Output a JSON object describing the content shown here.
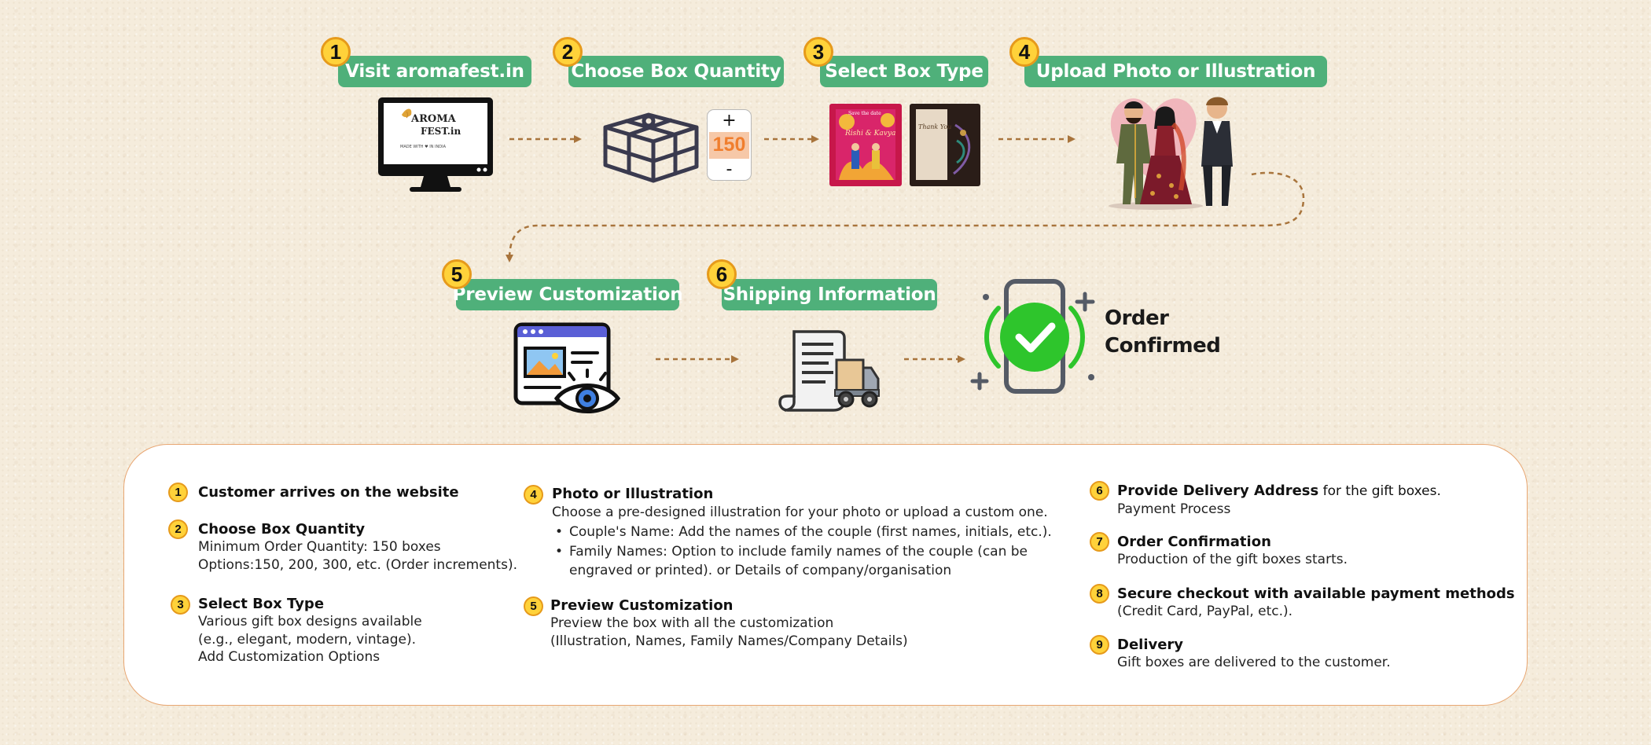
{
  "steps": [
    {
      "number": "1",
      "label": "Visit aromafest.in"
    },
    {
      "number": "2",
      "label": "Choose Box Quantity"
    },
    {
      "number": "3",
      "label": "Select Box Type"
    },
    {
      "number": "4",
      "label": "Upload Photo or Illustration"
    },
    {
      "number": "5",
      "label": "Preview Customization"
    },
    {
      "number": "6",
      "label": "Shipping Information"
    }
  ],
  "final_step": {
    "line1": "Order",
    "line2": "Confirmed"
  },
  "monitor": {
    "logo_line1": "AROMA",
    "logo_line2": "FEST.in",
    "tagline": "MADE WITH ♥ IN INDIA",
    "icon": "monitor-icon"
  },
  "quantity_widget": {
    "plus": "+",
    "value": "150",
    "minus": "-",
    "icon": "box-outline-icon"
  },
  "box_cards": {
    "card1_line1": "Save the date",
    "card1_line2": "Rishi & Kavya",
    "card2_line1": "Thank You",
    "icon": "gift-box-icon"
  },
  "icons": {
    "illustration": "couple-illustration-icon",
    "preview": "web-preview-eye-icon",
    "shipping": "invoice-delivery-truck-icon",
    "confirmed": "phone-checkmark-icon"
  },
  "colors": {
    "label_green": "#4fb07a",
    "badge_yellow": "#ffd23a",
    "badge_orange": "#e69a1b",
    "arrow_brown": "#a8743c",
    "check_green": "#2ec52c"
  },
  "legend": {
    "col1": [
      {
        "number": "1",
        "title": "Customer arrives on the website",
        "lines": []
      },
      {
        "number": "2",
        "title": "Choose Box Quantity",
        "lines": [
          "Minimum Order Quantity: 150 boxes",
          "Options:150, 200, 300, etc. (Order increments)."
        ]
      },
      {
        "number": "3",
        "title": "Select Box Type",
        "lines": [
          "Various gift box designs available",
          "(e.g., elegant, modern, vintage).",
          "Add Customization Options"
        ]
      }
    ],
    "col2": [
      {
        "number": "4",
        "title": "Photo or Illustration",
        "lines": [
          "Choose a pre-designed illustration for your photo or upload a custom one."
        ],
        "bullets": [
          "Couple's Name: Add the names of the couple (first names, initials, etc.).",
          "Family Names: Option to include family names of the couple (can be engraved or printed). or Details of company/organisation"
        ]
      },
      {
        "number": "5",
        "title": "Preview Customization",
        "lines": [
          "Preview the box with all the customization",
          "(Illustration, Names, Family Names/Company Details)"
        ]
      }
    ],
    "col3": [
      {
        "number": "6",
        "title": "Provide Delivery Address",
        "title_rest": " for the gift boxes.",
        "lines": [
          "Payment Process"
        ]
      },
      {
        "number": "7",
        "title": "Order Confirmation",
        "lines": [
          "Production of the gift boxes starts."
        ]
      },
      {
        "number": "8",
        "title": "Secure checkout with available payment methods",
        "lines": [
          "(Credit Card, PayPal, etc.)."
        ]
      },
      {
        "number": "9",
        "title": "Delivery",
        "lines": [
          "Gift boxes are delivered to the customer."
        ]
      }
    ]
  }
}
